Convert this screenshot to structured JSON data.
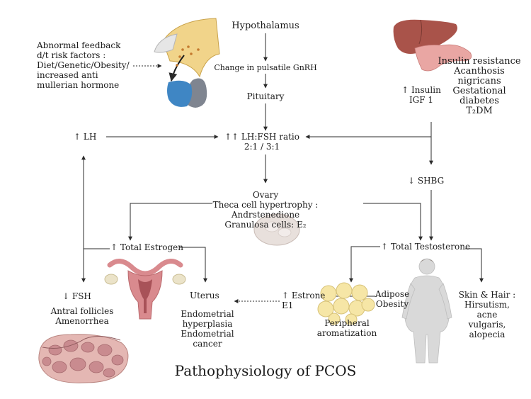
{
  "title": "Pathophysiology of PCOS",
  "labels": {
    "hypothalamus": "Hypothalamus",
    "gnrh": "Change in pulsatile GnRH",
    "pituitary": "Pituitary",
    "risk_factors": "Abnormal feedback\nd/t risk factors :\nDiet/Genetic/Obesity/\nincreased anti\nmullerian hormone",
    "insulin_igf": "↑ Insulin\nIGF 1",
    "insulin_effects": "Insulin resistance\nAcanthosis\nnigricans\nGestational\ndiabetes\nT₂DM",
    "lh": "↑ LH",
    "lh_fsh_ratio": "↑↑ LH:FSH ratio\n2:1 / 3:1",
    "shbg": "↓  SHBG",
    "ovary": "Ovary\nTheca cell hypertrophy : Andrstenedione\nGranulosa cells: E₂",
    "total_estrogen": "↑ Total Estrogen",
    "total_testosterone": "↑ Total Testosterone",
    "fsh": "↓  FSH",
    "antral": "Antral follicles\nAmenorrhea",
    "uterus": "Uterus",
    "endometrial": "Endometrial\nhyperplasia\nEndometrial\ncancer",
    "estrone": "↑ Estrone\nE1",
    "adipose": "Adipose\nObesity",
    "peripheral": "Peripheral\naromatization",
    "skin_hair": "Skin & Hair :\nHirsutism,\nacne\nvulgaris,\nalopecia"
  },
  "colors": {
    "line": "#2b2b2b",
    "hypo_yellow": "#f1d48a",
    "pit_blue": "#3f86c4",
    "pit_gray": "#7f8590",
    "liver": "#a9534a",
    "pancreas": "#e9a6a3",
    "ovary_cyst": "#e8e0dc",
    "uterus_pink": "#d98a8e",
    "fat_yellow": "#f6e6a6",
    "body_gray": "#d9d9d9",
    "ovary_follicle": "#c98b8f"
  },
  "icons": [
    "hypothalamus-pituitary-icon",
    "liver-pancreas-icon",
    "ovary-cyst-icon",
    "uterus-icon",
    "adipose-cells-icon",
    "obese-woman-icon",
    "polycystic-ovary-icon"
  ]
}
